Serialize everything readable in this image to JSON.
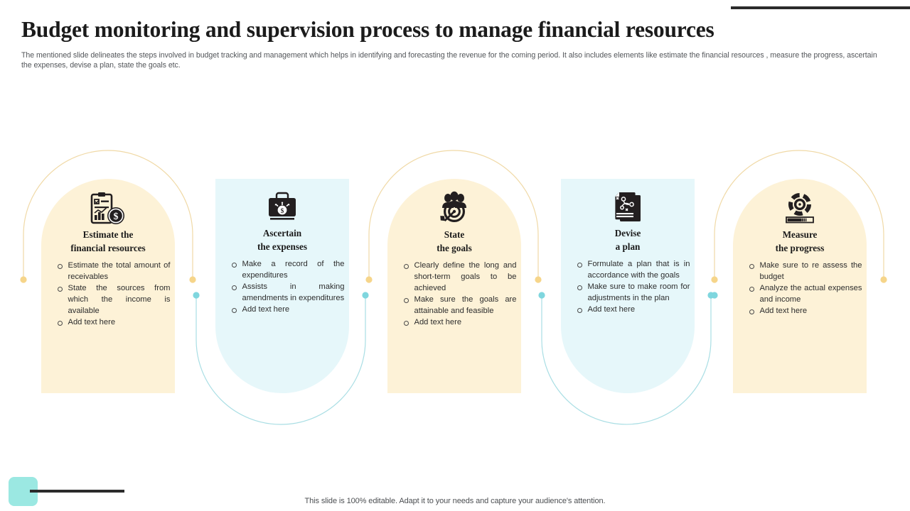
{
  "header": {
    "title": "Budget monitoring and supervision process to manage financial resources",
    "subtitle": "The mentioned slide delineates the steps involved in budget tracking and management which helps in identifying and forecasting the revenue for the coming period. It also includes elements like estimate the financial resources , measure the progress, ascertain the expenses, devise a plan, state the goals etc."
  },
  "colors": {
    "card_yellow": "#FDF2D7",
    "card_teal": "#E6F7FA",
    "arch_yellow_line": "#F2D9A0",
    "arch_teal_line": "#A8DDE3",
    "dot_yellow": "#F5D27F",
    "dot_teal": "#7FD8DC",
    "ink": "#1b1b1b",
    "footer_badge": "#9BE8E2"
  },
  "steps": [
    {
      "id": "estimate-financial-resources",
      "title": "Estimate the\nfinancial resources",
      "icon": "clipboard-chart-dollar-icon",
      "variant": "up",
      "bullets": [
        "Estimate the total amount of receivables",
        "State the sources from which the income is available",
        "Add text here"
      ]
    },
    {
      "id": "ascertain-the-expenses",
      "title": "Ascertain\nthe expenses",
      "icon": "briefcase-money-icon",
      "variant": "down",
      "bullets": [
        "Make a record of the expenditures",
        "Assists in making amendments in expenditures",
        "Add text here"
      ]
    },
    {
      "id": "state-the-goals",
      "title": "State\nthe goals",
      "icon": "target-team-arrow-icon",
      "variant": "up",
      "bullets": [
        "Clearly define the long and short-term goals to be achieved",
        "Make sure the goals are attainable and feasible",
        "Add text here"
      ]
    },
    {
      "id": "devise-a-plan",
      "title": "Devise\na plan",
      "icon": "strategy-document-icon",
      "variant": "down",
      "bullets": [
        "Formulate a plan that is in accordance with the goals",
        "Make sure to make room for adjustments in the plan",
        "Add text here"
      ]
    },
    {
      "id": "measure-the-progress",
      "title": "Measure\nthe progress",
      "icon": "gear-progress-bar-icon",
      "variant": "up",
      "bullets": [
        "Make sure to re assess the budget",
        "Analyze the actual expenses and income",
        "Add text here"
      ]
    }
  ],
  "footer": {
    "note": "This slide is 100% editable. Adapt it to your needs and capture your audience's attention."
  }
}
